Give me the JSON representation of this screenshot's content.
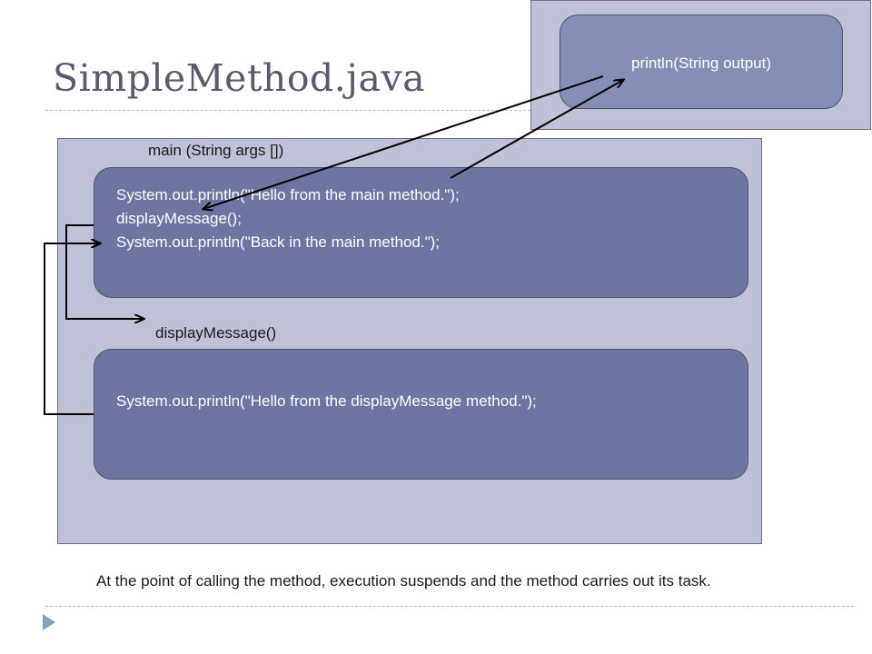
{
  "slide": {
    "title": "SimpleMethod.java",
    "caption": "At the point of calling the method, execution suspends and the method carries out its task."
  },
  "main_method": {
    "label": "main (String args [])",
    "lines": [
      "System.out.println(\"Hello from the main method.\");",
      "displayMessage();",
      "System.out.println(\"Back in the main method.\");"
    ]
  },
  "display_message_method": {
    "label": "displayMessage()",
    "lines": [
      "System.out.println(\"Hello from the displayMessage method.\");"
    ]
  },
  "println_method": {
    "label": "println(String output)"
  },
  "colors": {
    "panel_fill": "#bfc2d6",
    "method_box_fill": "#6d75a0",
    "println_box_fill": "#858eb4",
    "title_text": "#5a5a6e",
    "arrow": "#000000"
  }
}
